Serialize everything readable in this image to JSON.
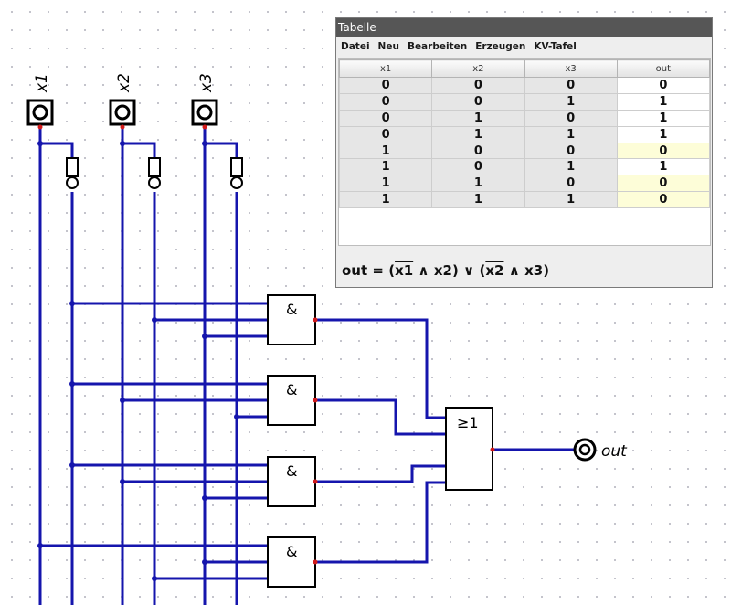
{
  "inputs": [
    {
      "label": "x1"
    },
    {
      "label": "x2"
    },
    {
      "label": "x3"
    }
  ],
  "gates": {
    "and_symbol": "&",
    "or_symbol": "≥1"
  },
  "output": {
    "label": "out"
  },
  "window": {
    "title": "Tabelle",
    "menu": [
      "Datei",
      "Neu",
      "Bearbeiten",
      "Erzeugen",
      "KV-Tafel"
    ]
  },
  "truth_table": {
    "columns": [
      "x1",
      "x2",
      "x3",
      "out"
    ],
    "rows": [
      [
        "0",
        "0",
        "0",
        "0"
      ],
      [
        "0",
        "0",
        "1",
        "1"
      ],
      [
        "0",
        "1",
        "0",
        "1"
      ],
      [
        "0",
        "1",
        "1",
        "1"
      ],
      [
        "1",
        "0",
        "0",
        "0"
      ],
      [
        "1",
        "0",
        "1",
        "1"
      ],
      [
        "1",
        "1",
        "0",
        "0"
      ],
      [
        "1",
        "1",
        "1",
        "0"
      ]
    ],
    "highlighted_out_rows": [
      4,
      6,
      7
    ]
  },
  "formula": {
    "lhs": "out",
    "eq": "=",
    "open1": "(",
    "var1": "x1",
    "and1": "∧",
    "var2": "x2)",
    "or": "∨",
    "open2": "(",
    "var3": "x2",
    "and2": "∧",
    "var4": "x3)"
  },
  "colors": {
    "wire": "#1515ad",
    "pin": "#d21a1a",
    "highlight": "#fdfdd8",
    "titlebar": "#565656"
  }
}
